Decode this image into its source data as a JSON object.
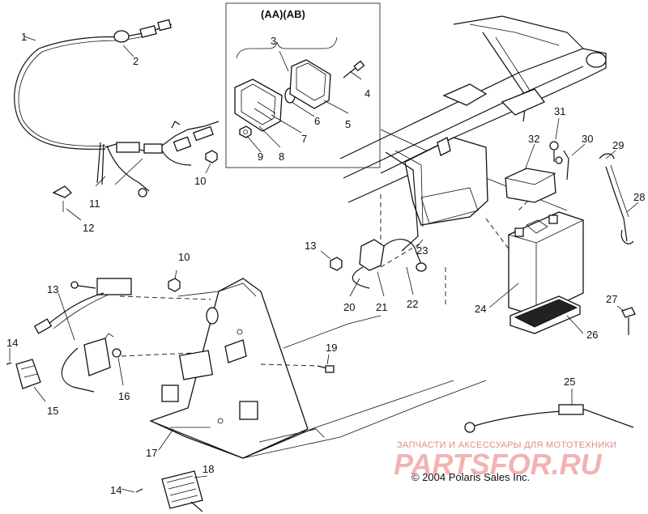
{
  "inset_header": "(AA)(AB)",
  "callouts": {
    "c1": "1",
    "c2": "2",
    "c3": "3",
    "c4": "4",
    "c5": "5",
    "c6": "6",
    "c7": "7",
    "c8": "8",
    "c9": "9",
    "c10a": "10",
    "c10b": "10",
    "c11": "11",
    "c12": "12",
    "c13a": "13",
    "c13b": "13",
    "c14a": "14",
    "c14b": "14",
    "c15": "15",
    "c16": "16",
    "c17": "17",
    "c18": "18",
    "c19": "19",
    "c20": "20",
    "c21": "21",
    "c22": "22",
    "c23": "23",
    "c24": "24",
    "c25": "25",
    "c26": "26",
    "c27": "27",
    "c28": "28",
    "c29": "29",
    "c30": "30",
    "c31": "31",
    "c32": "32"
  },
  "watermark": {
    "tagline": "ЗАПЧАСТИ И АКСЕССУАРЫ ДЛЯ МОТОТЕХНИКИ",
    "logo": "PARTSFOR.RU"
  },
  "copyright": "© 2004 Polaris Sales Inc."
}
